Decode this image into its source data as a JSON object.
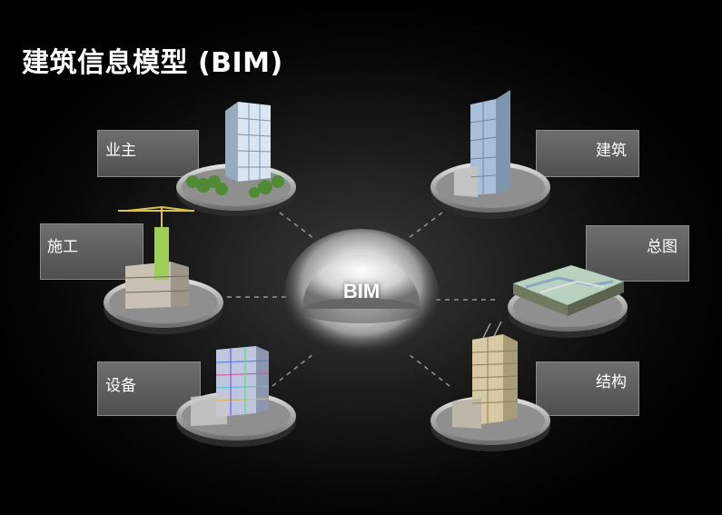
{
  "title": "建筑信息模型 (BIM)",
  "hub": {
    "label": "BIM"
  },
  "nodes": {
    "owner": "业主",
    "construction": "施工",
    "equipment": "设备",
    "architecture": "建筑",
    "site_plan": "总图",
    "structure": "结构"
  },
  "colors": {
    "background": "#000000",
    "label_box": "#5e5e5e",
    "disc": "#9a9a9a",
    "hub_glow": "#ffffff"
  }
}
